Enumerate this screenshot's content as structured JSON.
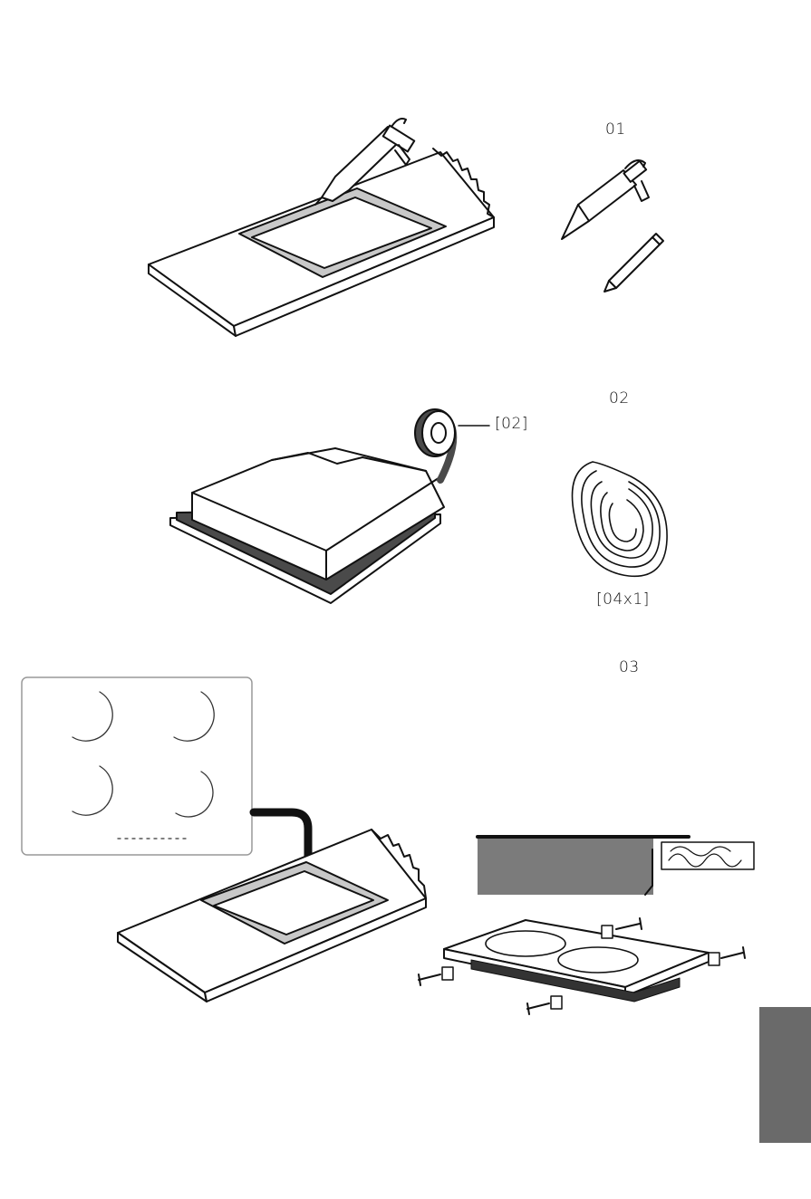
{
  "steps": [
    {
      "number": "01"
    },
    {
      "number": "02",
      "callout": "[02]",
      "part_label": "[04x1]"
    },
    {
      "number": "03"
    }
  ],
  "colors": {
    "line": "#111111",
    "seal_grey": "#c8c8c8",
    "tape_dark": "#4a4a4a",
    "section_grey": "#7b7b7b",
    "side_tab": "#6a6a6a"
  },
  "icons": [
    "caulking-gun-icon",
    "pencil-icon",
    "tape-roll-icon",
    "foam-strip-coil-icon",
    "arrow-icon",
    "screw-icon",
    "bracket-icon"
  ]
}
